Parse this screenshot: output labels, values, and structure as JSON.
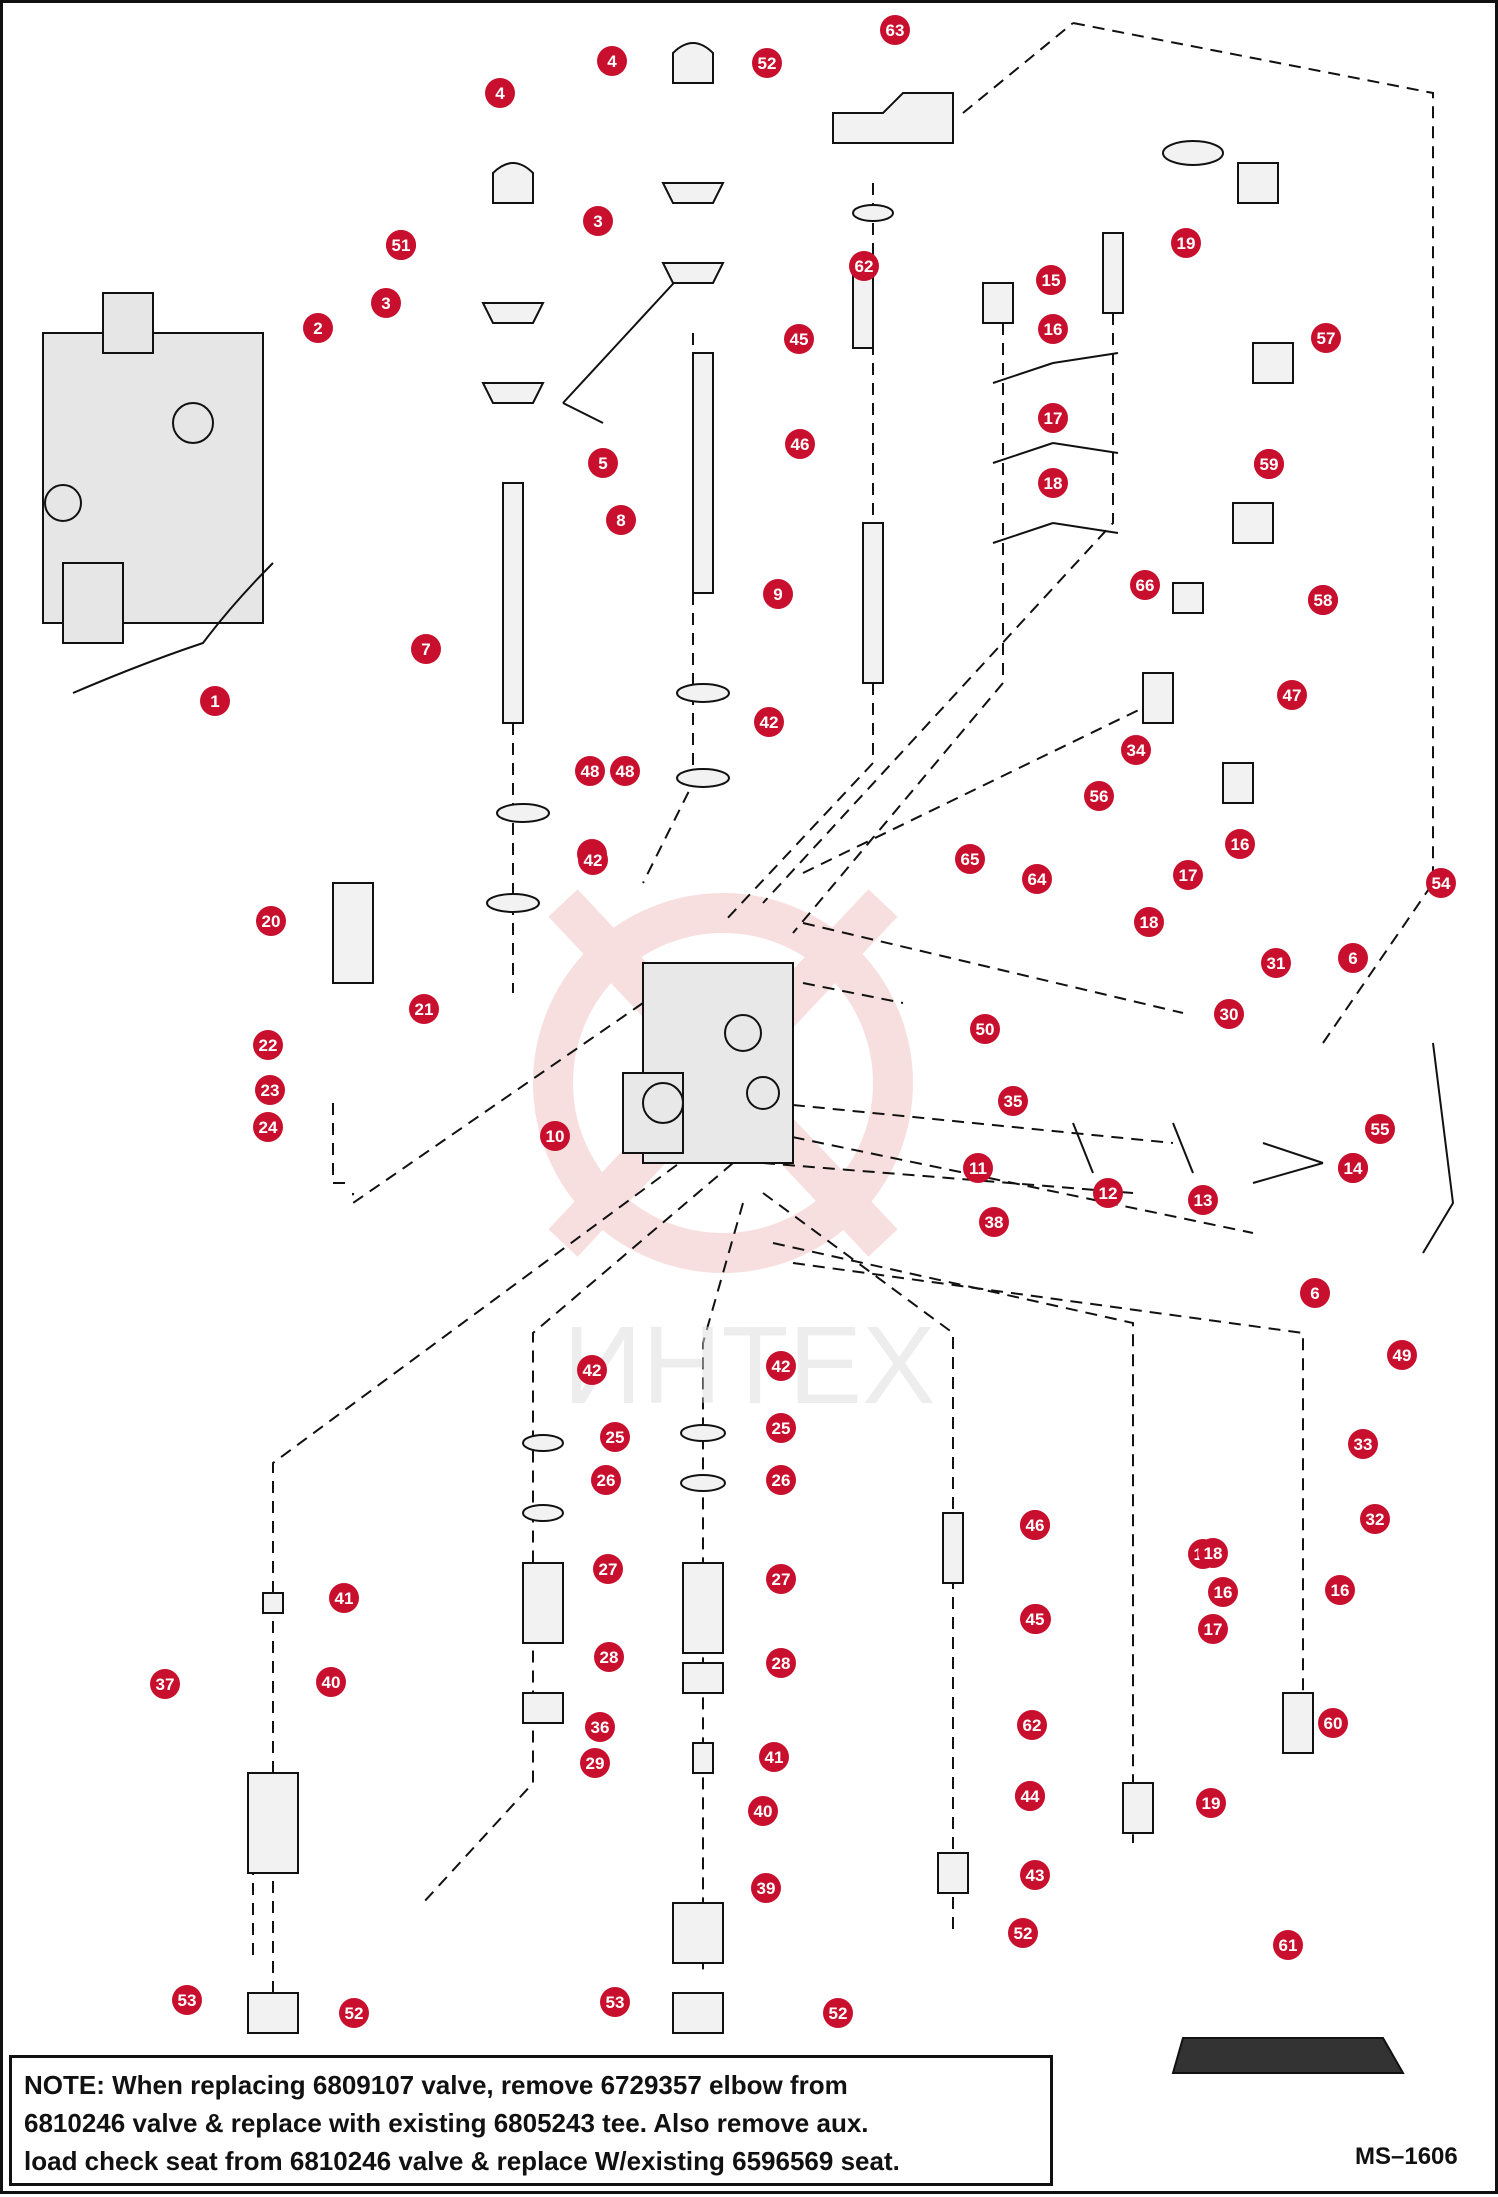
{
  "note": {
    "line1": "NOTE: When replacing 6809107 valve, remove 6729357 elbow from",
    "line2": "6810246 valve & replace with existing 6805243 tee. Also remove aux.",
    "line3": "load check seat from 6810246 valve & replace W/existing 6596569 seat."
  },
  "drawing_id": "MS–1606",
  "watermark": "ИНТЕХ",
  "colors": {
    "callout": "#c8102e",
    "line": "#111111",
    "part_fill": "#f2f2f2",
    "watermark_red": "#f4c6c6"
  },
  "callouts": [
    "1",
    "2",
    "3",
    "3",
    "4",
    "4",
    "5",
    "6",
    "6",
    "7",
    "8",
    "9",
    "10",
    "11",
    "12",
    "13",
    "14",
    "14",
    "15",
    "16",
    "16",
    "16",
    "16",
    "17",
    "17",
    "17",
    "18",
    "18",
    "18",
    "18",
    "19",
    "19",
    "20",
    "21",
    "22",
    "23",
    "24",
    "25",
    "25",
    "26",
    "26",
    "27",
    "27",
    "28",
    "28",
    "29",
    "30",
    "31",
    "32",
    "33",
    "34",
    "35",
    "36",
    "37",
    "38",
    "39",
    "40",
    "40",
    "41",
    "41",
    "42",
    "42",
    "42",
    "42",
    "42",
    "43",
    "44",
    "44",
    "45",
    "45",
    "45",
    "46",
    "46",
    "46",
    "47",
    "48",
    "48",
    "49",
    "50",
    "51",
    "51",
    "52",
    "52",
    "52",
    "52",
    "53",
    "53",
    "54",
    "55",
    "56",
    "57",
    "58",
    "58",
    "59",
    "59",
    "60",
    "61",
    "62",
    "62",
    "63",
    "64",
    "65",
    "66"
  ]
}
